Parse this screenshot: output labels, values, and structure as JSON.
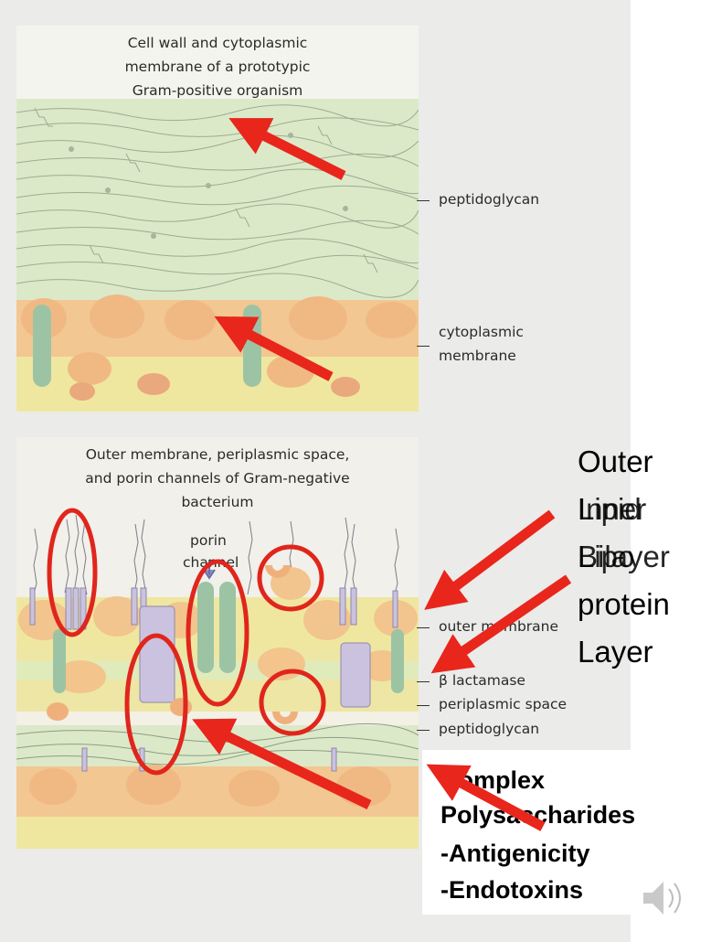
{
  "top_panel": {
    "title_lines": [
      "Cell wall and cytoplasmic",
      "membrane of a prototypic",
      "Gram-positive organism"
    ],
    "labels": {
      "peptidoglycan": "peptidoglycan",
      "cytoplasmic_1": "cytoplasmic",
      "cytoplasmic_2": "membrane"
    }
  },
  "bottom_panel": {
    "title_lines": [
      "Outer membrane, periplasmic space,",
      "and porin channels of Gram-negative",
      "bacterium"
    ],
    "porin_1": "porin",
    "porin_2": "channel",
    "labels": {
      "outer_membrane": "outer membrane",
      "b_lactamase": "β lactamase",
      "periplasmic": "periplasmic space",
      "peptidoglycan": "peptidoglycan"
    }
  },
  "annotations": {
    "outer": "Outer",
    "lipid": "Lipid",
    "inner": "Inner",
    "bilayer": "Bilayer",
    "lipo": "Lipo",
    "protein": "protein",
    "layer": "Layer"
  },
  "notes": {
    "line1": "Complex",
    "line2": "Polysaccharides",
    "line3": "-Antigenicity",
    "line4": "-Endotoxins"
  },
  "colors": {
    "arrow": "#e8261c",
    "circle": "#e0261c",
    "peptidoglycan": "#dce9c8",
    "membrane_yellow": "#efe7a0",
    "protein_orange": "#f3c48c",
    "porin_green": "#9cc4a4",
    "lactamase_purple": "#cbc2df"
  },
  "icons": [
    "speaker-icon"
  ]
}
